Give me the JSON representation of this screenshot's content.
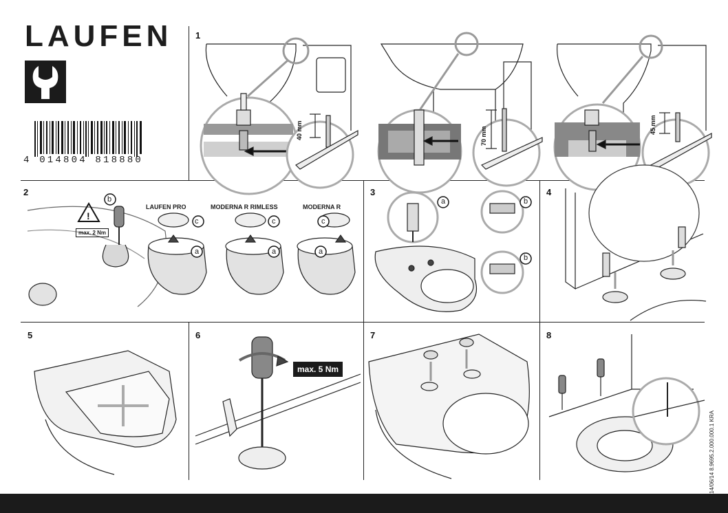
{
  "brand": {
    "logo_text": "LAUFEN",
    "barcode_digits": "4 014804 818880"
  },
  "steps": {
    "s1": "1",
    "s2": "2",
    "s3": "3",
    "s4": "4",
    "s5": "5",
    "s6": "6",
    "s7": "7",
    "s8": "8"
  },
  "step1": {
    "dim_a": "40 mm",
    "dim_b": "70 mm",
    "dim_c": "45 mm"
  },
  "step2": {
    "torque": "max. 2 Nm",
    "label_pro": "LAUFEN PRO",
    "label_rimless": "MODERNA R RIMLESS",
    "label_moderna": "MODERNA R",
    "callout_a": "a",
    "callout_b": "b",
    "callout_c": "c"
  },
  "step3": {
    "callout_a": "a",
    "callout_b": "b"
  },
  "step6": {
    "torque": "max. 5 Nm"
  },
  "doc_code": "14/06/14  8.9695.2.000.000.1 KRA",
  "colors": {
    "ink": "#1b1b1b",
    "grey_fill": "#b5b5b5",
    "light_grey": "#d9d9d9",
    "footer": "#1b1b1b"
  }
}
